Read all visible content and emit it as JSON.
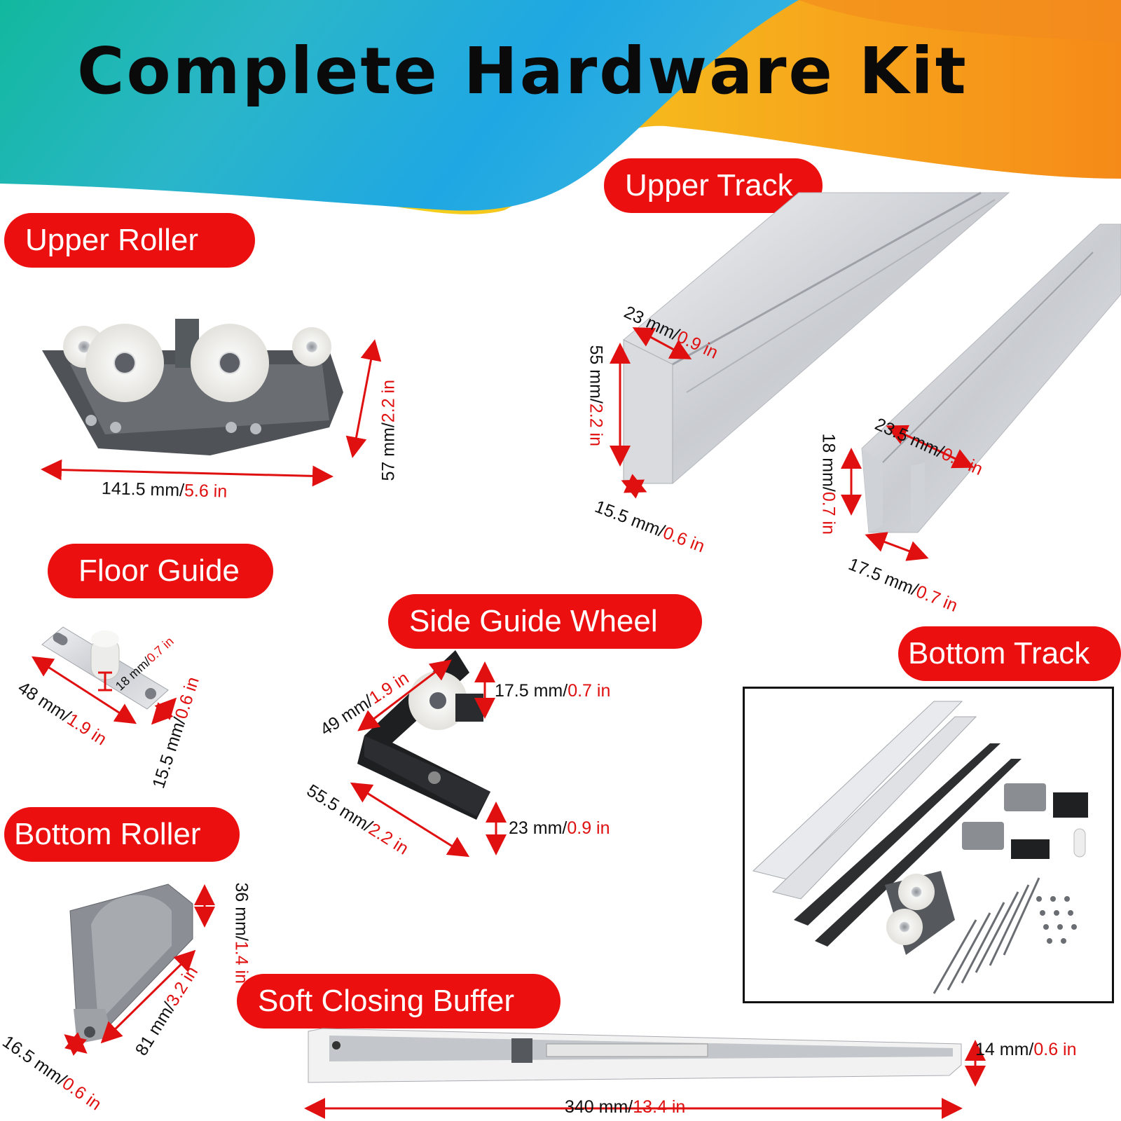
{
  "title": "Complete Hardware Kit",
  "colors": {
    "label_bg": "#ec0f0f",
    "dimension_inch_text": "#e01010",
    "dimension_arrow": "#e01010"
  },
  "labels": {
    "upper_roller": "Upper Roller",
    "upper_track": "Upper Track",
    "floor_guide": "Floor Guide",
    "side_guide_wheel": "Side Guide Wheel",
    "bottom_track": "Bottom Track",
    "bottom_roller": "Bottom Roller",
    "soft_closing_buffer": "Soft Closing Buffer"
  },
  "dimensions": {
    "upper_roller_width": {
      "mm": "141.5 mm/",
      "in": "5.6 in"
    },
    "upper_roller_height": {
      "mm": "57 mm/",
      "in": "2.2 in"
    },
    "upper_track_a_width": {
      "mm": "23 mm/",
      "in": "0.9 in"
    },
    "upper_track_a_height": {
      "mm": "55 mm/",
      "in": "2.2 in"
    },
    "upper_track_a_base": {
      "mm": "15.5 mm/",
      "in": "0.6 in"
    },
    "upper_track_b_width": {
      "mm": "23.5 mm/",
      "in": "0.9 in"
    },
    "upper_track_b_height": {
      "mm": "18 mm/",
      "in": "0.7 in"
    },
    "upper_track_b_base": {
      "mm": "17.5 mm/",
      "in": "0.7 in"
    },
    "floor_guide_length": {
      "mm": "48 mm/",
      "in": "1.9 in"
    },
    "floor_guide_pin": {
      "mm": "18 mm/",
      "in": "0.7 in"
    },
    "floor_guide_width": {
      "mm": "15.5 mm/",
      "in": "0.6 in"
    },
    "side_wheel_top": {
      "mm": "49 mm/",
      "in": "1.9 in"
    },
    "side_wheel_height": {
      "mm": "17.5 mm/",
      "in": "0.7 in"
    },
    "side_wheel_base": {
      "mm": "55.5 mm/",
      "in": "2.2 in"
    },
    "side_wheel_plate": {
      "mm": "23 mm/",
      "in": "0.9 in"
    },
    "bottom_roller_height": {
      "mm": "36 mm/",
      "in": "1.4 in"
    },
    "bottom_roller_length": {
      "mm": "81 mm/",
      "in": "3.2 in"
    },
    "bottom_roller_width": {
      "mm": "16.5 mm/",
      "in": "0.6 in"
    },
    "buffer_height": {
      "mm": "14 mm/",
      "in": "0.6 in"
    },
    "buffer_length": {
      "mm": "340 mm/",
      "in": "13.4 in"
    }
  }
}
